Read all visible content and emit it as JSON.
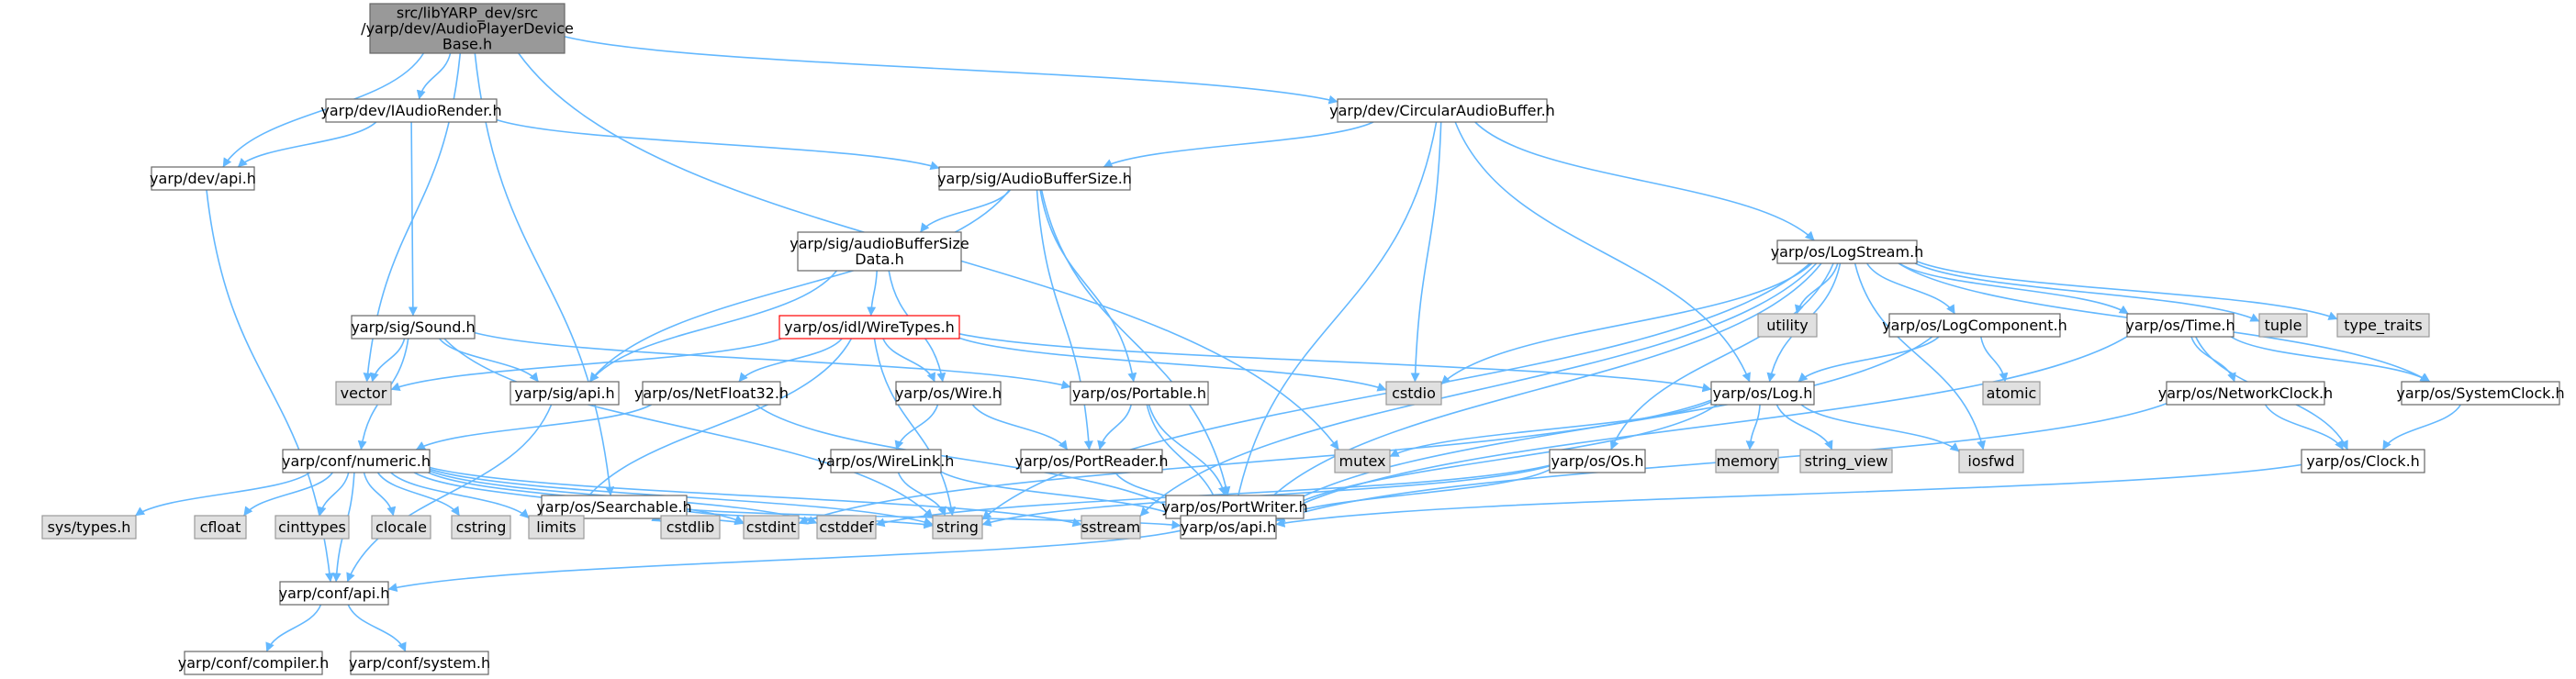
{
  "diagram": {
    "title": "",
    "colors": {
      "edge": "#63b8ff",
      "root_fill": "#999999",
      "node_fill": "#ffffff",
      "system_fill": "#e0e0e0",
      "node_border": "#666666",
      "system_border": "#999999",
      "highlight_border": "#ff0000",
      "text": "#000000"
    },
    "nodes": {
      "root": [
        "src/libYARP_dev/src",
        "/yarp/dev/AudioPlayerDevice",
        "Base.h"
      ],
      "iaudiorender": "yarp/dev/IAudioRender.h",
      "circular": "yarp/dev/CircularAudioBuffer.h",
      "devapi": "yarp/dev/api.h",
      "abs": "yarp/sig/AudioBufferSize.h",
      "absdata": [
        "yarp/sig/audioBufferSize",
        "Data.h"
      ],
      "logstream": "yarp/os/LogStream.h",
      "sound": "yarp/sig/Sound.h",
      "wiretypes": "yarp/os/idl/WireTypes.h",
      "sigapi": "yarp/sig/api.h",
      "vector": "vector",
      "netfloat": "yarp/os/NetFloat32.h",
      "wire": "yarp/os/Wire.h",
      "portable": "yarp/os/Portable.h",
      "cstdio": "cstdio",
      "utility": "utility",
      "logcomp": "yarp/os/LogComponent.h",
      "time": "yarp/os/Time.h",
      "tuple": "tuple",
      "typetraits": "type_traits",
      "atomic": "atomic",
      "oslog": "yarp/os/Log.h",
      "netclock": "yarp/os/NetworkClock.h",
      "sysclock": "yarp/os/SystemClock.h",
      "numeric": "yarp/conf/numeric.h",
      "searchable": "yarp/os/Searchable.h",
      "wirelink": "yarp/os/WireLink.h",
      "portreader": "yarp/os/PortReader.h",
      "portwriter": "yarp/os/PortWriter.h",
      "mutex": "mutex",
      "memory": "memory",
      "stringview": "string_view",
      "iosfwd": "iosfwd",
      "osos": "yarp/os/Os.h",
      "clock": "yarp/os/Clock.h",
      "systypes": "sys/types.h",
      "cfloat": "cfloat",
      "cinttypes": "cinttypes",
      "clocale": "clocale",
      "cstring": "cstring",
      "limits": "limits",
      "cstdlib": "cstdlib",
      "cstdint": "cstdint",
      "cstddef": "cstddef",
      "string": "string",
      "sstream": "sstream",
      "osapi": "yarp/os/api.h",
      "confapi": "yarp/conf/api.h",
      "compiler": "yarp/conf/compiler.h",
      "system": "yarp/conf/system.h"
    }
  }
}
